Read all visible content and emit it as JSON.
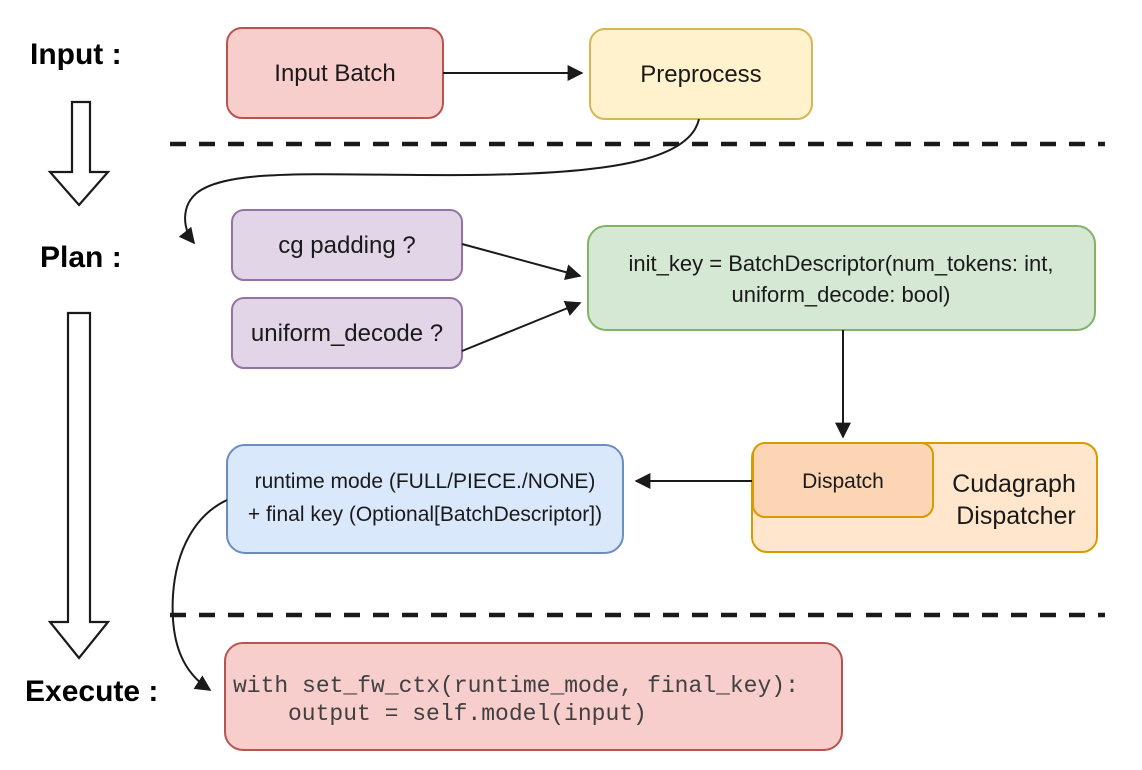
{
  "labels": {
    "input": "Input :",
    "plan": "Plan :",
    "execute": "Execute :"
  },
  "nodes": {
    "input_batch": {
      "label": "Input Batch",
      "fill": "#F8CECC",
      "stroke": "#B85450"
    },
    "preprocess": {
      "label": "Preprocess",
      "fill": "#FFF2CC",
      "stroke": "#D6B656"
    },
    "cg_padding": {
      "label": "cg padding ?",
      "fill": "#E1D5E7",
      "stroke": "#9673A6"
    },
    "uniform_decode": {
      "label": "uniform_decode ?",
      "fill": "#E1D5E7",
      "stroke": "#9673A6"
    },
    "init_key": {
      "line1": "init_key = BatchDescriptor(num_tokens: int,",
      "line2": "uniform_decode: bool)",
      "fill": "#D5E8D4",
      "stroke": "#82B366"
    },
    "dispatch": {
      "label": "Dispatch",
      "fill": "#FCD5B5",
      "stroke": "#D79B00"
    },
    "cudagraph_dispatcher": {
      "line1": "Cudagraph",
      "line2": "Dispatcher",
      "fill": "#FFE6CC",
      "stroke": "#D79B00"
    },
    "runtime_mode": {
      "line1": "runtime mode (FULL/PIECE./NONE)",
      "line2": "+ final key (Optional[BatchDescriptor])",
      "fill": "#DAE8FC",
      "stroke": "#6C8EBF"
    },
    "execute_code": {
      "line1": "with set_fw_ctx(runtime_mode, final_key):",
      "line2": "output = self.model(input)",
      "fill": "#F8CECC",
      "stroke": "#B85450"
    }
  },
  "connector_color": "#1a1a1a"
}
